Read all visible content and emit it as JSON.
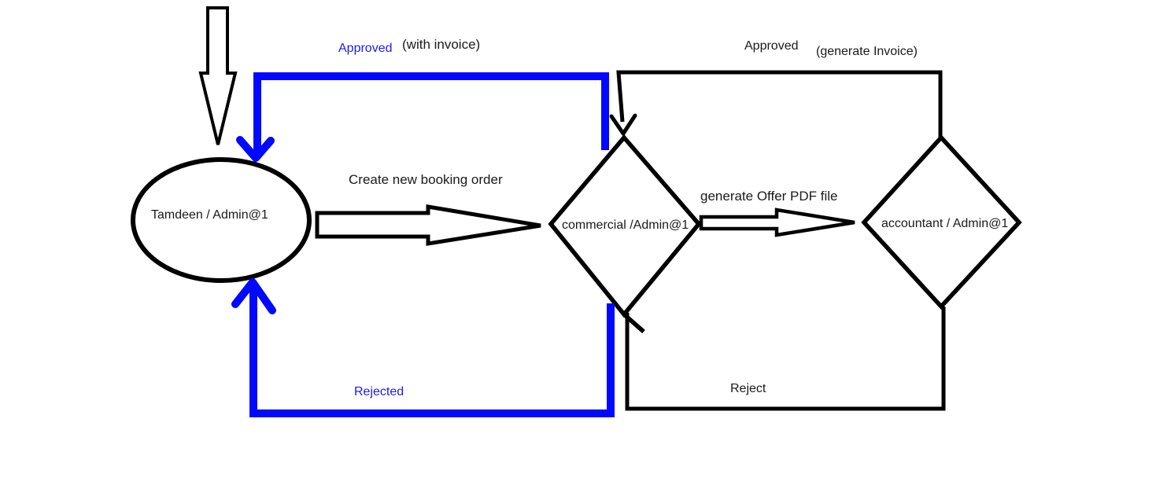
{
  "diagram": {
    "title": "booking-approval-workflow-sketch",
    "nodes": {
      "tamdeen": {
        "shape": "ellipse",
        "label": "Tamdeen / Admin@1"
      },
      "commercial": {
        "shape": "diamond",
        "label": "commercial /Admin@1"
      },
      "accountant": {
        "shape": "diamond",
        "label": "accountant / Admin@1"
      }
    },
    "edges": {
      "start": {
        "icon": "down-arrow-icon",
        "label": ""
      },
      "create_order": {
        "label": "Create new booking order",
        "from": "tamdeen",
        "to": "commercial"
      },
      "generate_offer": {
        "label": "generate Offer PDF file",
        "from": "commercial",
        "to": "accountant"
      },
      "approved_invoice": {
        "label": "Approved",
        "sublabel": "(with invoice)",
        "from": "commercial",
        "to": "tamdeen"
      },
      "approved_generate": {
        "label": "Approved",
        "sublabel": "(generate Invoice)",
        "from": "accountant",
        "to": "commercial"
      },
      "rejected": {
        "label": "Rejected",
        "from": "commercial",
        "to": "tamdeen"
      },
      "reject": {
        "label": "Reject",
        "from": "accountant",
        "to": "commercial"
      }
    },
    "colors": {
      "stroke_black": "#000000",
      "stroke_blue": "#0008ff",
      "text_black": "#1a1a1a",
      "text_blue": "#1c1cf0",
      "background": "#ffffff"
    }
  }
}
